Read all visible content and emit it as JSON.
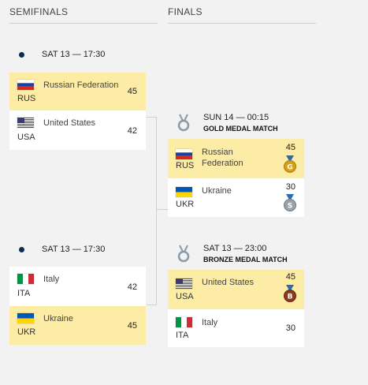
{
  "headers": {
    "semifinals": "SEMIFINALS",
    "finals": "FINALS"
  },
  "colors": {
    "winner_bg": "#fdeca6",
    "accent": "#0b2b52"
  },
  "semifinals": [
    {
      "time": "SAT 13 — 17:30",
      "teams": [
        {
          "name": "Russian Federation",
          "code": "RUS",
          "score": "45",
          "winner": true
        },
        {
          "name": "United States",
          "code": "USA",
          "score": "42",
          "winner": false
        }
      ]
    },
    {
      "time": "SAT 13 — 17:30",
      "teams": [
        {
          "name": "Italy",
          "code": "ITA",
          "score": "42",
          "winner": false
        },
        {
          "name": "Ukraine",
          "code": "UKR",
          "score": "45",
          "winner": true
        }
      ]
    }
  ],
  "finals": [
    {
      "time": "SUN 14 — 00:15",
      "label": "GOLD MEDAL MATCH",
      "icon": "medal-icon",
      "teams": [
        {
          "name_line1": "Russian",
          "name_line2": "Federation",
          "code": "RUS",
          "score": "45",
          "medal": "G",
          "winner": true
        },
        {
          "name_line1": "Ukraine",
          "name_line2": "",
          "code": "UKR",
          "score": "30",
          "medal": "S",
          "winner": false
        }
      ]
    },
    {
      "time": "SAT 13 — 23:00",
      "label": "BRONZE MEDAL MATCH",
      "icon": "medal-icon",
      "teams": [
        {
          "name_line1": "United States",
          "name_line2": "",
          "code": "USA",
          "score": "45",
          "medal": "B",
          "winner": true
        },
        {
          "name_line1": "Italy",
          "name_line2": "",
          "code": "ITA",
          "score": "30",
          "medal": "",
          "winner": false
        }
      ]
    }
  ]
}
